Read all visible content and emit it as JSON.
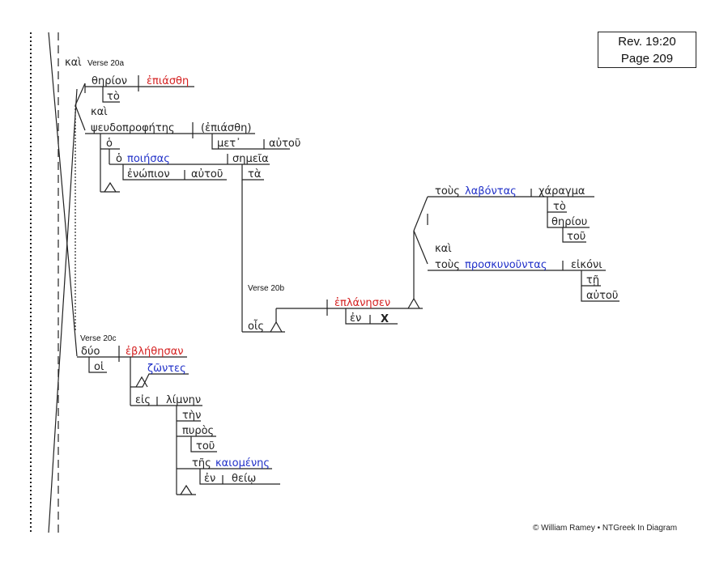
{
  "reference": {
    "verse": "Rev. 19:20",
    "page": "Page 209"
  },
  "copyright": "© William Ramey • NTGreek In Diagram",
  "verse_labels": {
    "v20a": "Verse 20a",
    "v20b": "Verse 20b",
    "v20c": "Verse 20c"
  },
  "words": {
    "kai_top": "καὶ",
    "therion": "θηρίον",
    "epiasthe": "ἐπιάσθη",
    "to_1": "τὸ",
    "kai_2": "καὶ",
    "pseudoprophetes": "ψευδοπροφήτης",
    "epiasthe_implied": "(ἐπιάσθη)",
    "met": "μετ᾽",
    "autou_1": "αὐτοῦ",
    "ho": "ὁ",
    "ho_poiesas": "ὁ",
    "poiesas": "ποιήσας",
    "semeia": "σημεῖα",
    "enopion": "ἐνώπιον",
    "autou_2": "αὐτοῦ",
    "ta": "τὰ",
    "hois": "οἷς",
    "eplanesen": "ἐπλάνησεν",
    "en_1": "ἐν",
    "x_mark": "X",
    "tous_1": "τοὺς",
    "labontas": "λαβόντας",
    "charagma": "χάραγμα",
    "to_2": "τὸ",
    "theriou": "θηρίου",
    "tou_1": "τοῦ",
    "kai_3": "καὶ",
    "tous_2": "τοὺς",
    "proskynountas": "προσκυνοῦντας",
    "eikoni": "εἰκόνι",
    "te": "τῇ",
    "autou_3": "αὐτοῦ",
    "dyo": "δύο",
    "eblethesan": "ἐβλήθησαν",
    "hoi": "οἱ",
    "zontes": "ζῶντες",
    "eis": "εἰς",
    "limnen": "λίμνην",
    "ten": "τὴν",
    "pyros": "πυρὸς",
    "tou_2": "τοῦ",
    "tes": "τῆς",
    "kaiomenes": "καιομένης",
    "en_2": "ἐν",
    "theio": "θείῳ"
  }
}
